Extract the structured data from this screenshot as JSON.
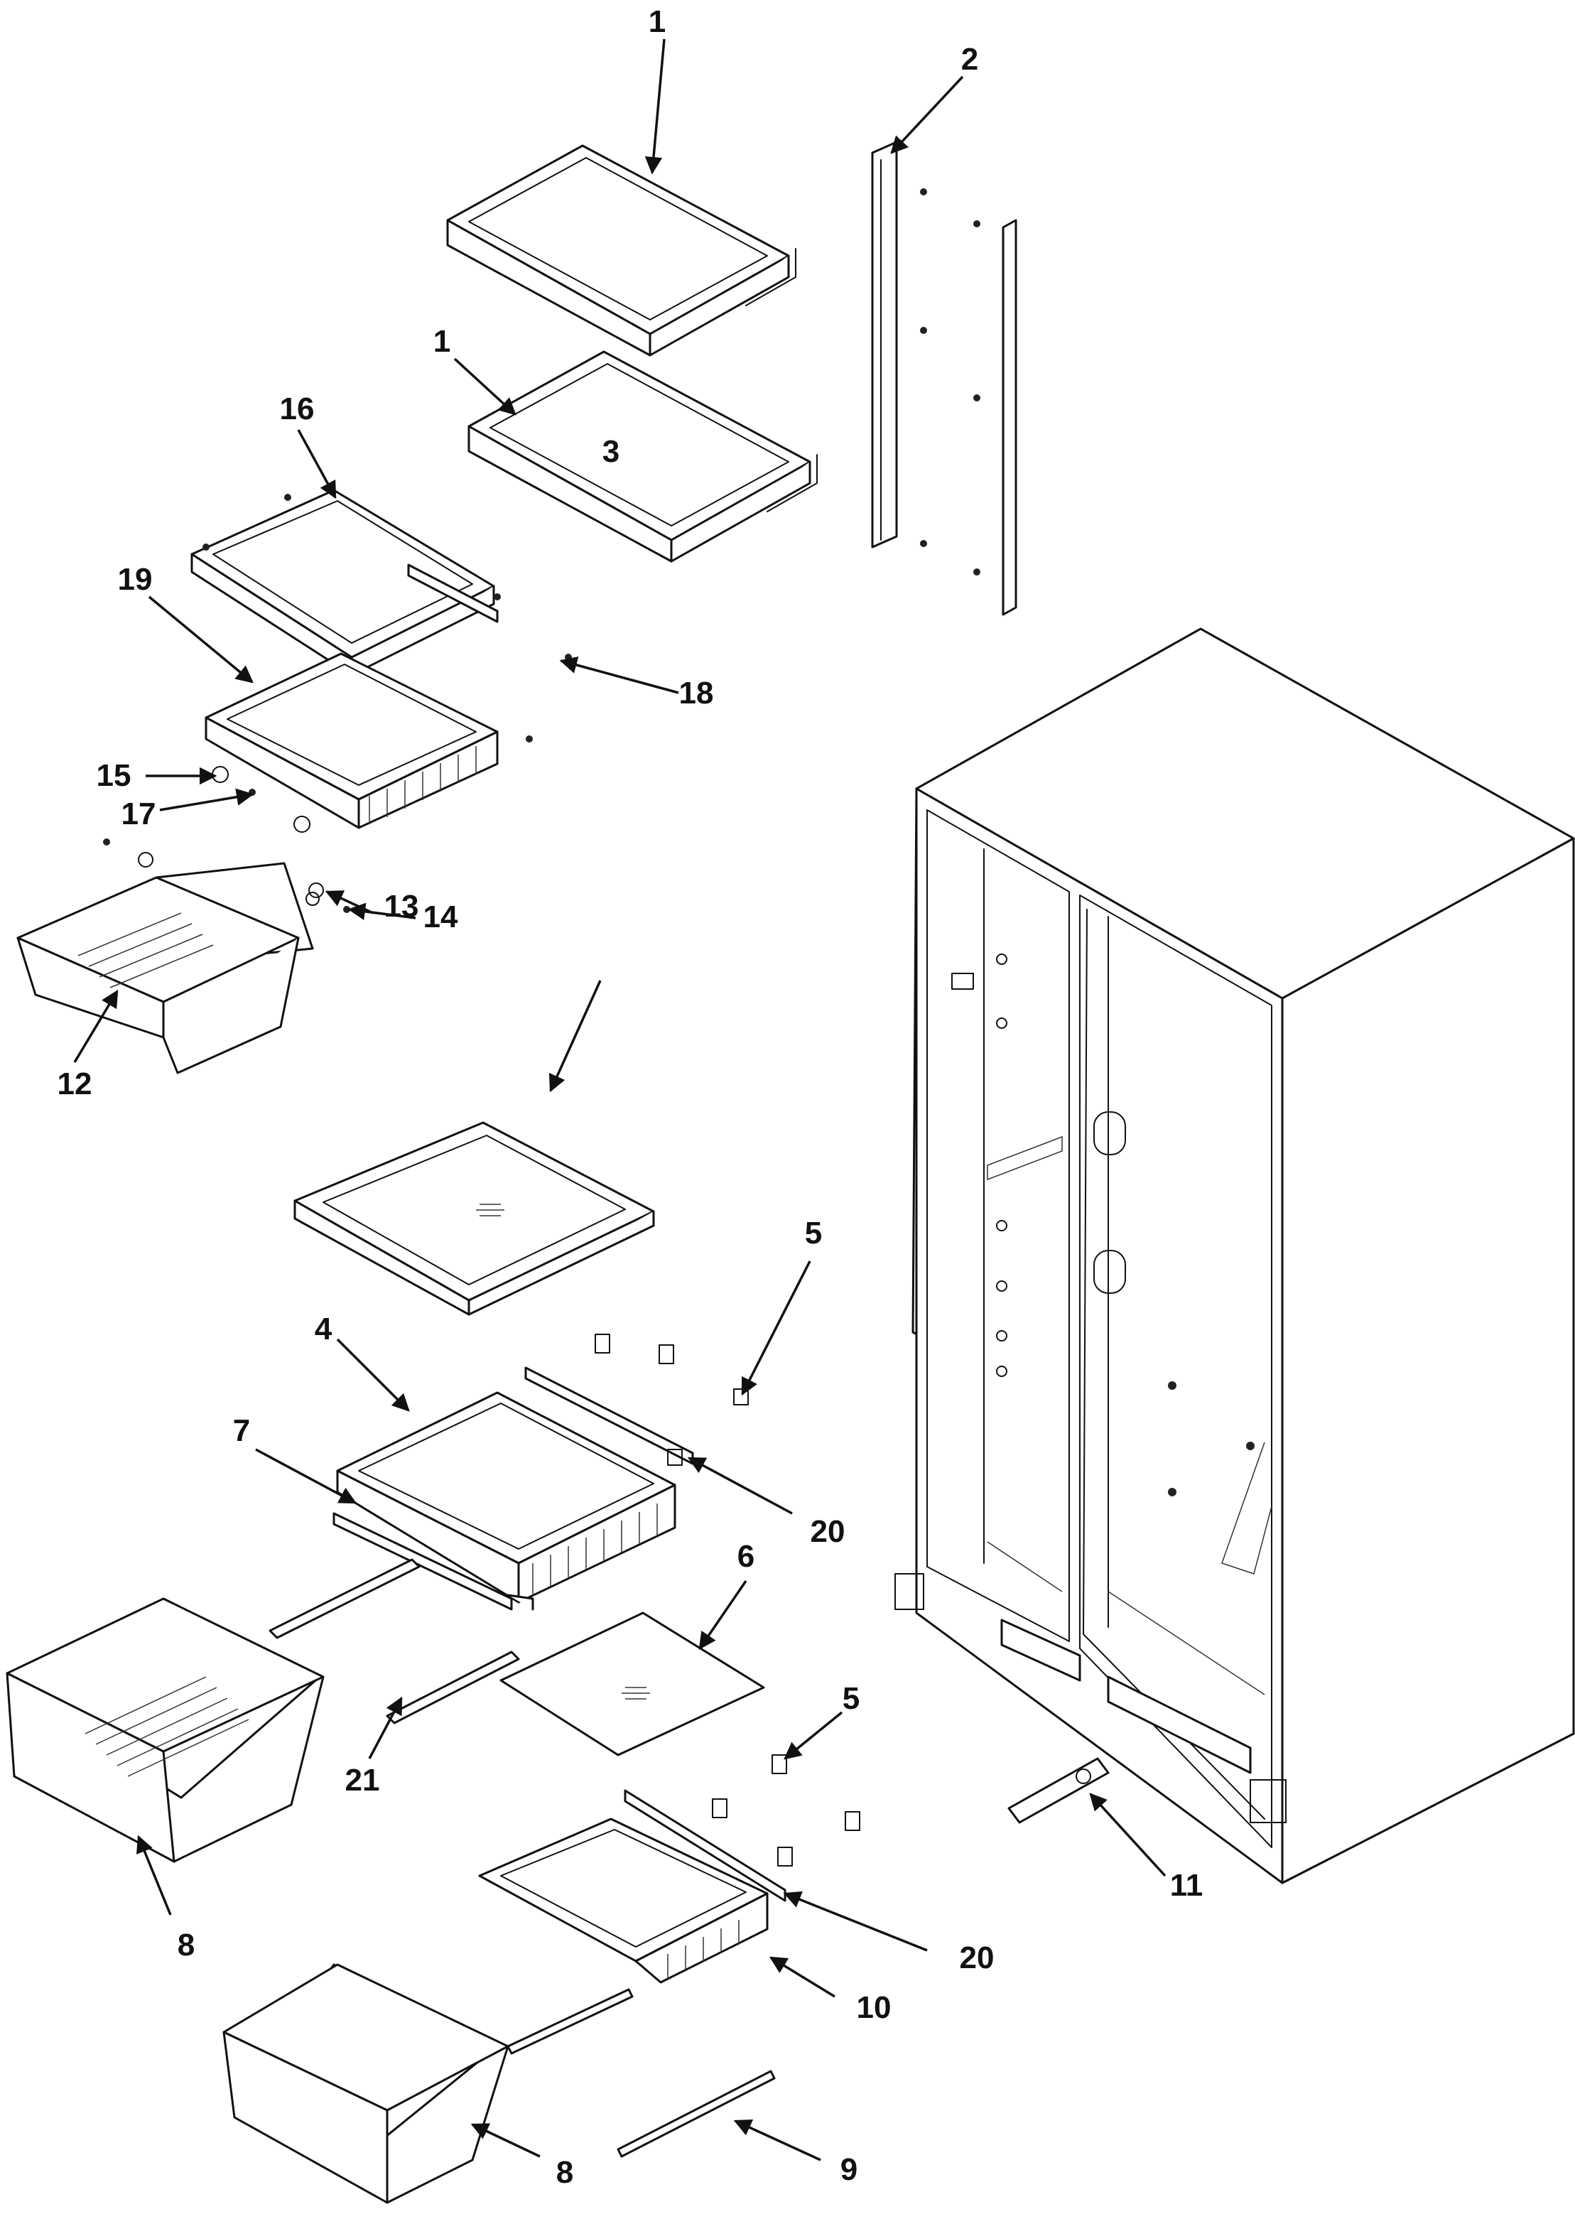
{
  "diagram": {
    "callouts": [
      {
        "id": "c1a",
        "label": "1"
      },
      {
        "id": "c1b",
        "label": "1"
      },
      {
        "id": "c2",
        "label": "2"
      },
      {
        "id": "c3",
        "label": "3"
      },
      {
        "id": "c4",
        "label": "4"
      },
      {
        "id": "c5a",
        "label": "5"
      },
      {
        "id": "c5b",
        "label": "5"
      },
      {
        "id": "c6",
        "label": "6"
      },
      {
        "id": "c7",
        "label": "7"
      },
      {
        "id": "c8a",
        "label": "8"
      },
      {
        "id": "c8b",
        "label": "8"
      },
      {
        "id": "c9",
        "label": "9"
      },
      {
        "id": "c10",
        "label": "10"
      },
      {
        "id": "c11",
        "label": "11"
      },
      {
        "id": "c12",
        "label": "12"
      },
      {
        "id": "c13",
        "label": "13"
      },
      {
        "id": "c14",
        "label": "14"
      },
      {
        "id": "c15",
        "label": "15"
      },
      {
        "id": "c16",
        "label": "16"
      },
      {
        "id": "c17",
        "label": "17"
      },
      {
        "id": "c18",
        "label": "18"
      },
      {
        "id": "c19",
        "label": "19"
      },
      {
        "id": "c20a",
        "label": "20"
      },
      {
        "id": "c20b",
        "label": "20"
      },
      {
        "id": "c21",
        "label": "21"
      }
    ]
  }
}
